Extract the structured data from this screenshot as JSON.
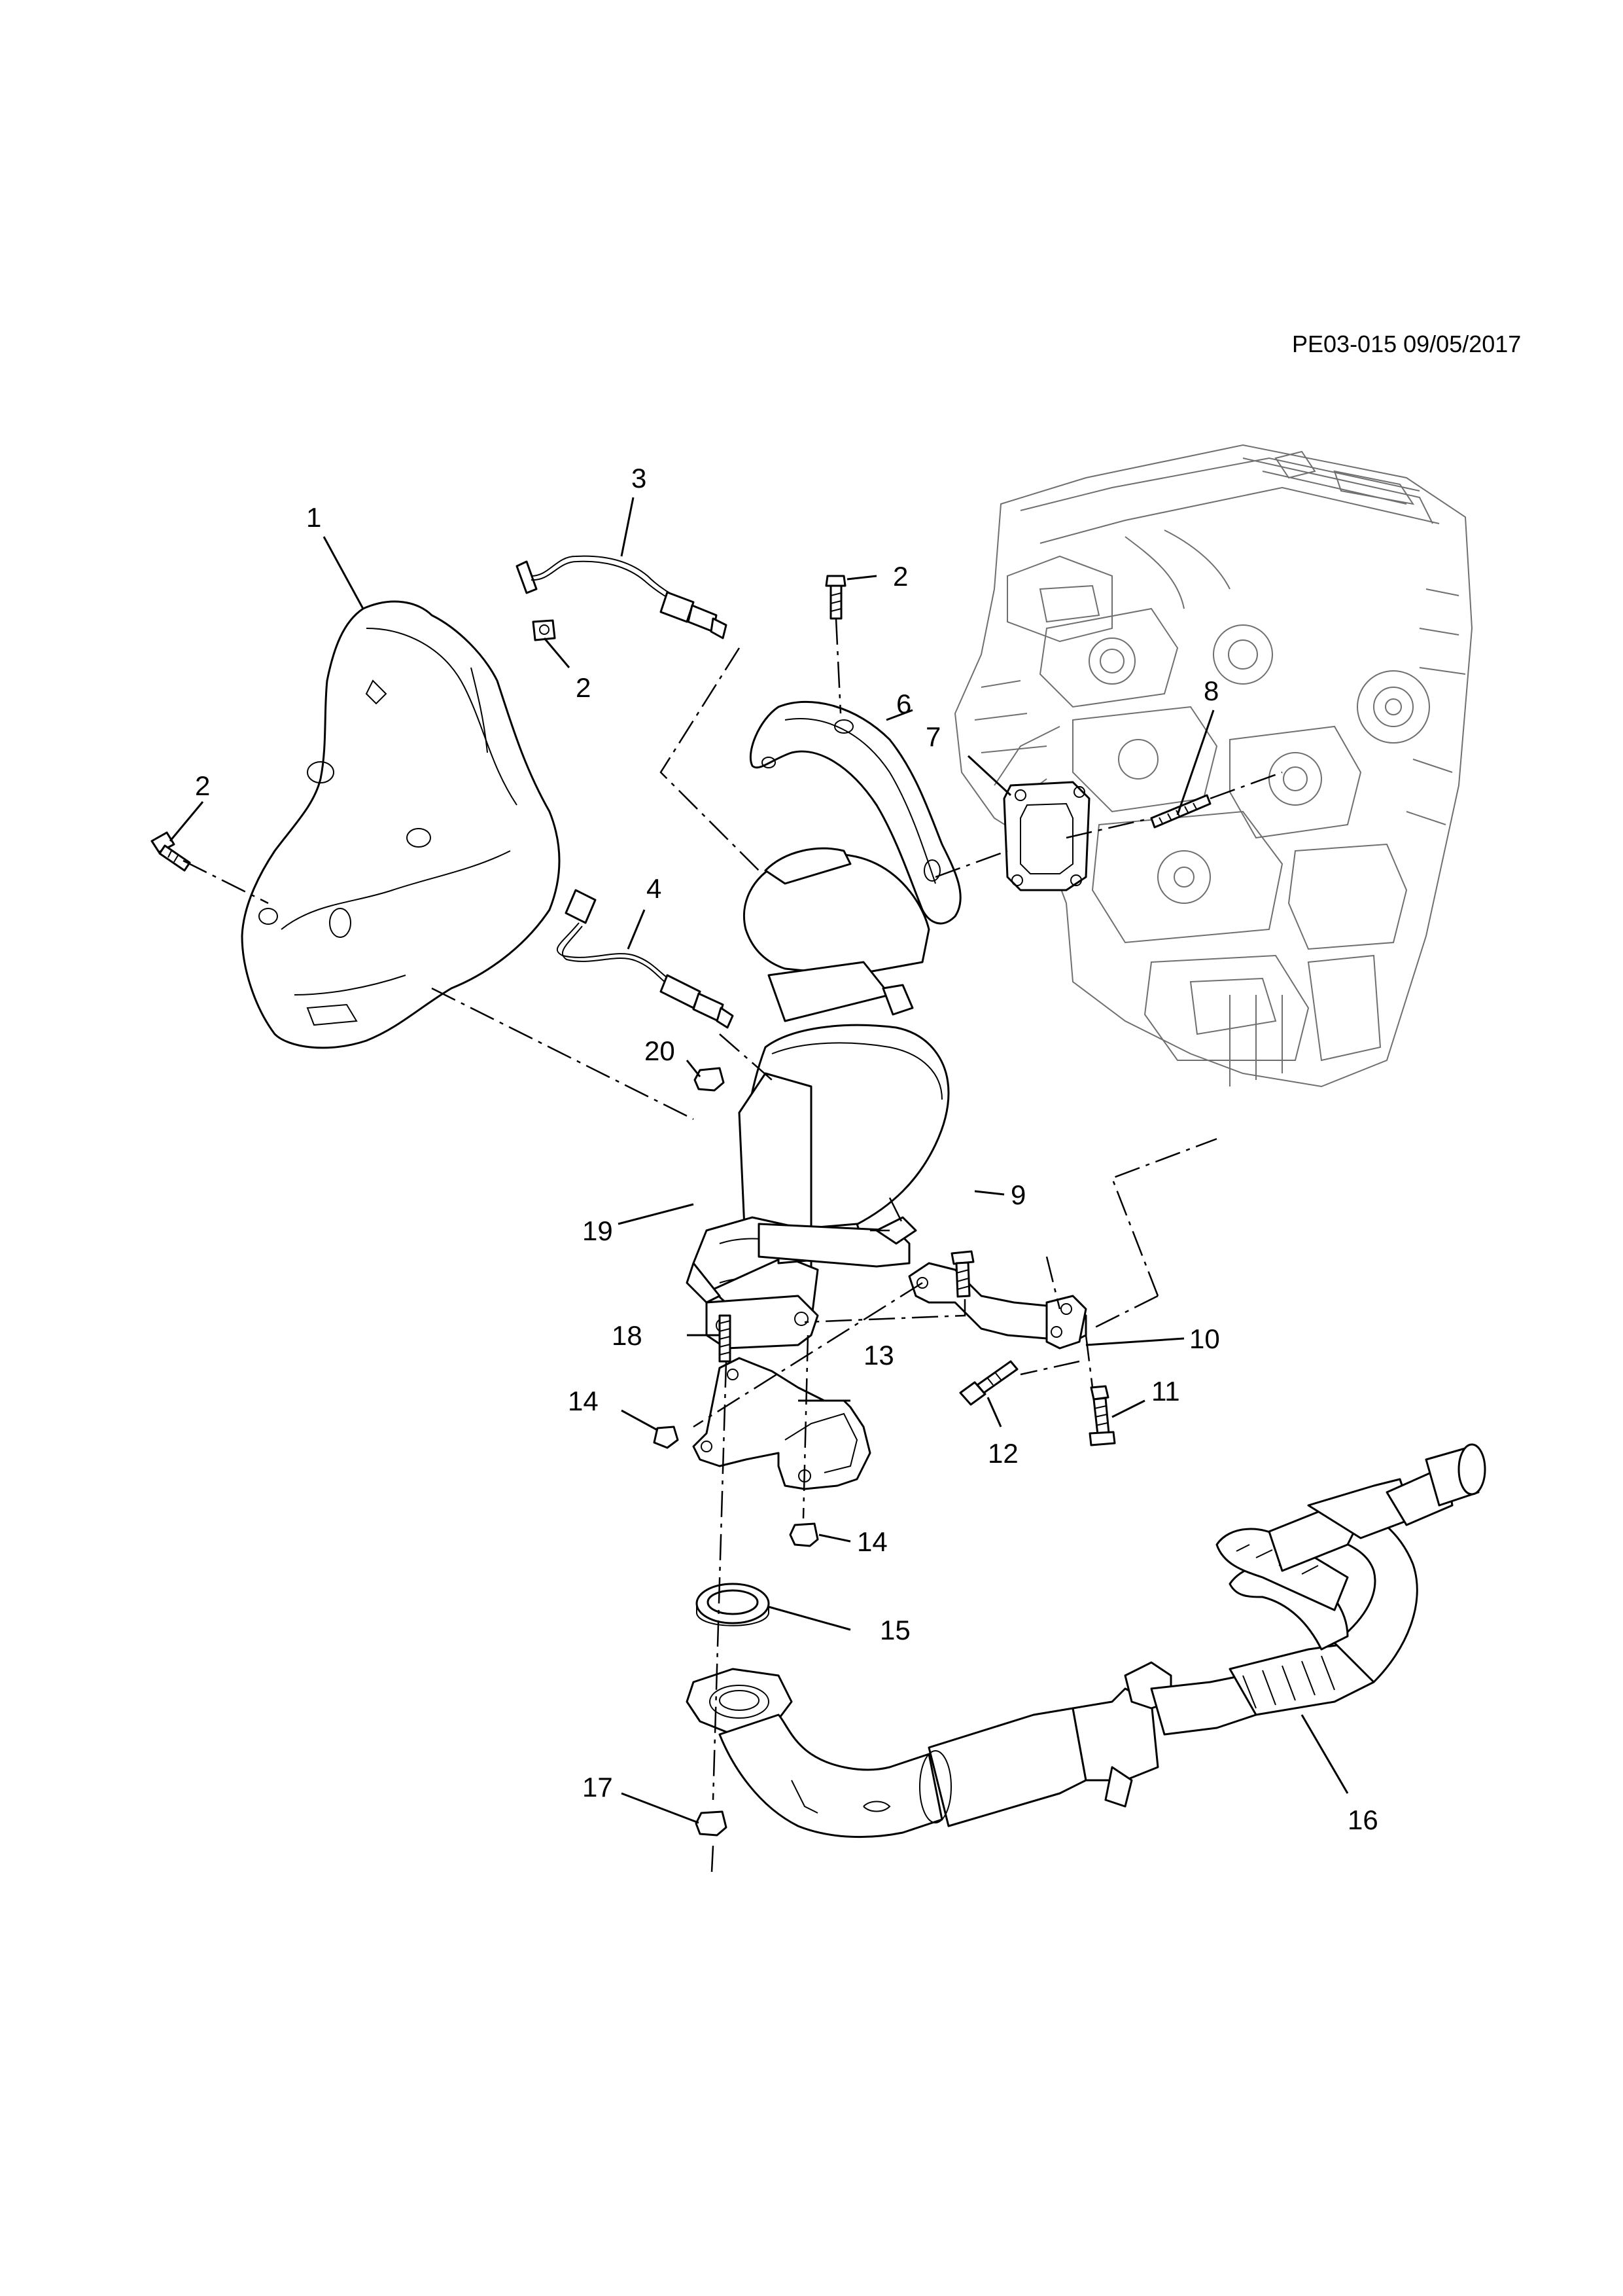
{
  "diagram": {
    "reference_code": "PE03-015 09/05/2017",
    "callouts": [
      {
        "id": "c1",
        "label": "1"
      },
      {
        "id": "c2a",
        "label": "2"
      },
      {
        "id": "c2b",
        "label": "2"
      },
      {
        "id": "c2c",
        "label": "2"
      },
      {
        "id": "c3",
        "label": "3"
      },
      {
        "id": "c4",
        "label": "4"
      },
      {
        "id": "c6",
        "label": "6"
      },
      {
        "id": "c7",
        "label": "7"
      },
      {
        "id": "c8",
        "label": "8"
      },
      {
        "id": "c9",
        "label": "9"
      },
      {
        "id": "c10",
        "label": "10"
      },
      {
        "id": "c11",
        "label": "11"
      },
      {
        "id": "c12",
        "label": "12"
      },
      {
        "id": "c13",
        "label": "13"
      },
      {
        "id": "c14a",
        "label": "14"
      },
      {
        "id": "c14b",
        "label": "14"
      },
      {
        "id": "c15",
        "label": "15"
      },
      {
        "id": "c16",
        "label": "16"
      },
      {
        "id": "c17",
        "label": "17"
      },
      {
        "id": "c18",
        "label": "18"
      },
      {
        "id": "c19",
        "label": "19"
      },
      {
        "id": "c20",
        "label": "20"
      }
    ]
  }
}
